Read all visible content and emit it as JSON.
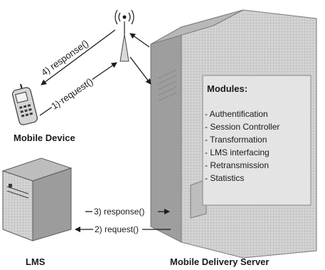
{
  "arrows": {
    "response_top": "4) response()",
    "request_top": "1) request()",
    "response_bottom": "3) response()",
    "request_bottom": "2) request()"
  },
  "nodes": {
    "mobile_device": "Mobile Device",
    "lms": "LMS",
    "server": "Mobile Delivery Server"
  },
  "modules": {
    "title": "Modules:",
    "items": [
      "- Authentification",
      "- Session Controller",
      "- Transformation",
      "- LMS interfacing",
      "- Retransmission",
      "- Statistics"
    ]
  },
  "icons": [
    "antenna-icon",
    "mobile-phone-icon",
    "lms-server-icon",
    "delivery-server-icon"
  ],
  "colors": {
    "server_body": "#cfcfcf",
    "server_side": "#9a9a9a",
    "module_panel": "#e4e4e4",
    "ink": "#1a1a1a"
  }
}
